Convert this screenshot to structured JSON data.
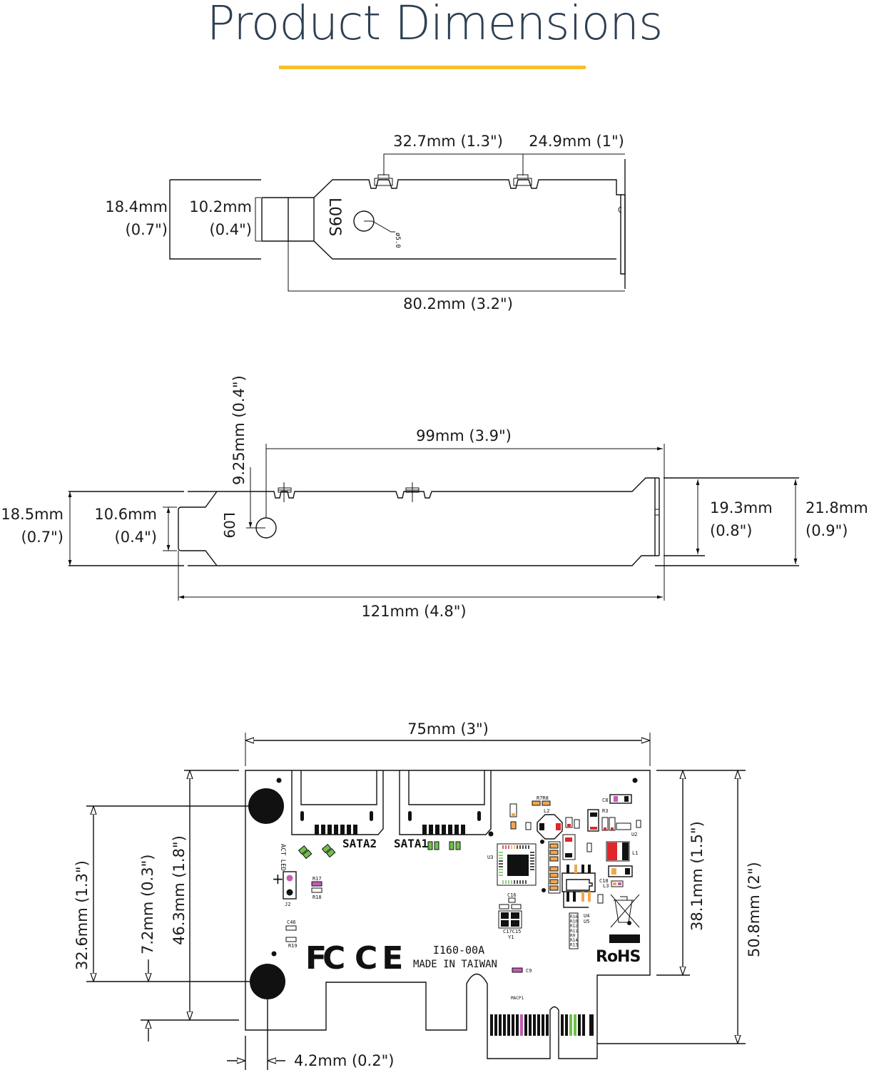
{
  "header": {
    "title": "Product Dimensions",
    "accent_color": "#f5bf2e",
    "title_color": "#2e3f52"
  },
  "low_profile_bracket": {
    "view": "low-profile bracket",
    "stamp": "L09S",
    "hole_label": "ø5.0",
    "dims": {
      "tab_spacing": "32.7mm (1.3\")",
      "tab_to_end": "24.9mm (1\")",
      "height_mm": "18.4mm",
      "height_in": "(0.7\")",
      "slot_mm": "10.2mm",
      "slot_in": "(0.4\")",
      "length": "80.2mm (3.2\")"
    }
  },
  "full_profile_bracket": {
    "view": "full-profile bracket",
    "stamp": "L09",
    "dims": {
      "hole_offset": "9.25mm (0.4\")",
      "hole_to_end": "99mm (3.9\")",
      "height_mm": "18.5mm",
      "height_in": "(0.7\")",
      "slot_mm": "10.6mm",
      "slot_in": "(0.4\")",
      "flange_inner_mm": "19.3mm",
      "flange_inner_in": "(0.8\")",
      "flange_outer_mm": "21.8mm",
      "flange_outer_in": "(0.9\")",
      "length": "121mm (4.8\")"
    }
  },
  "pcb": {
    "view": "card top view",
    "labels": {
      "sata2": "SATA2",
      "sata1": "SATA1",
      "act_led": "ACT LED",
      "plus": "+",
      "j2": "J2",
      "model": "I160-00A",
      "made_in": "MADE IN TAIWAN",
      "fcc": "FC",
      "ce": "CE",
      "rohs": "RoHS",
      "u3": "U3",
      "u2": "U2",
      "u4": "U4",
      "u5": "U5",
      "l1": "L1",
      "l2": "L2",
      "l3": "L3",
      "y1": "Y1",
      "r17": "R17",
      "r18": "R18",
      "r19": "R19",
      "c46": "C46",
      "c9": "C9",
      "c15": "C15",
      "c16": "C16",
      "c18": "C18",
      "c8": "C8",
      "r3": "R3",
      "r7r8": "R7R8",
      "macp1": "MACP1",
      "c17c15": "C17C15",
      "resistor_stack": [
        "R16",
        "R10",
        "R12",
        "R11",
        "R9",
        "R14",
        "R13"
      ]
    },
    "dims": {
      "width": "75mm (3\")",
      "hole_spacing": "32.6mm (1.3\")",
      "bottom_offset": "7.2mm (0.3\")",
      "hole_to_bottom": "46.3mm (1.8\")",
      "edge_offset": "4.2mm (0.2\")",
      "board_height": "38.1mm (1.5\")",
      "total_height": "50.8mm (2\")"
    },
    "colors": {
      "pink": "#c45bb5",
      "green": "#6fc04a",
      "orange": "#f0a850",
      "red": "#e0262a"
    }
  }
}
